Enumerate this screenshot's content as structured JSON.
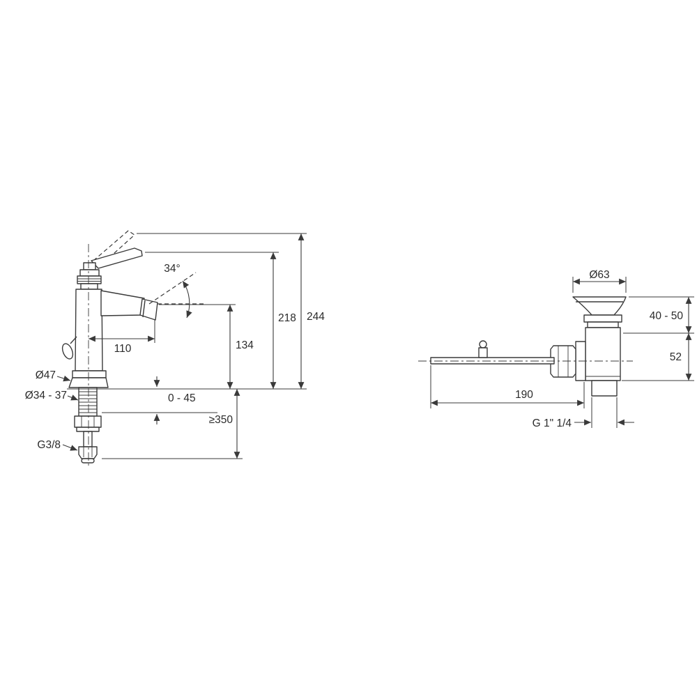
{
  "figure": {
    "line_color": "#3a3a3a",
    "background": "#ffffff"
  },
  "dims_left": {
    "angle": "34°",
    "total_height": "244",
    "height_to_lever": "218",
    "spout_height": "134",
    "spout_reach": "110",
    "base_diameter": "Ø47",
    "mounting_hole": "Ø34 - 37",
    "deck_thickness": "0 - 45",
    "min_hose_length": "≥350",
    "supply_thread": "G3/8"
  },
  "dims_right": {
    "flange_diameter": "Ø63",
    "height_range": "40 - 50",
    "body_height": "52",
    "rod_length": "190",
    "waste_thread": "G 1\" 1/4"
  }
}
